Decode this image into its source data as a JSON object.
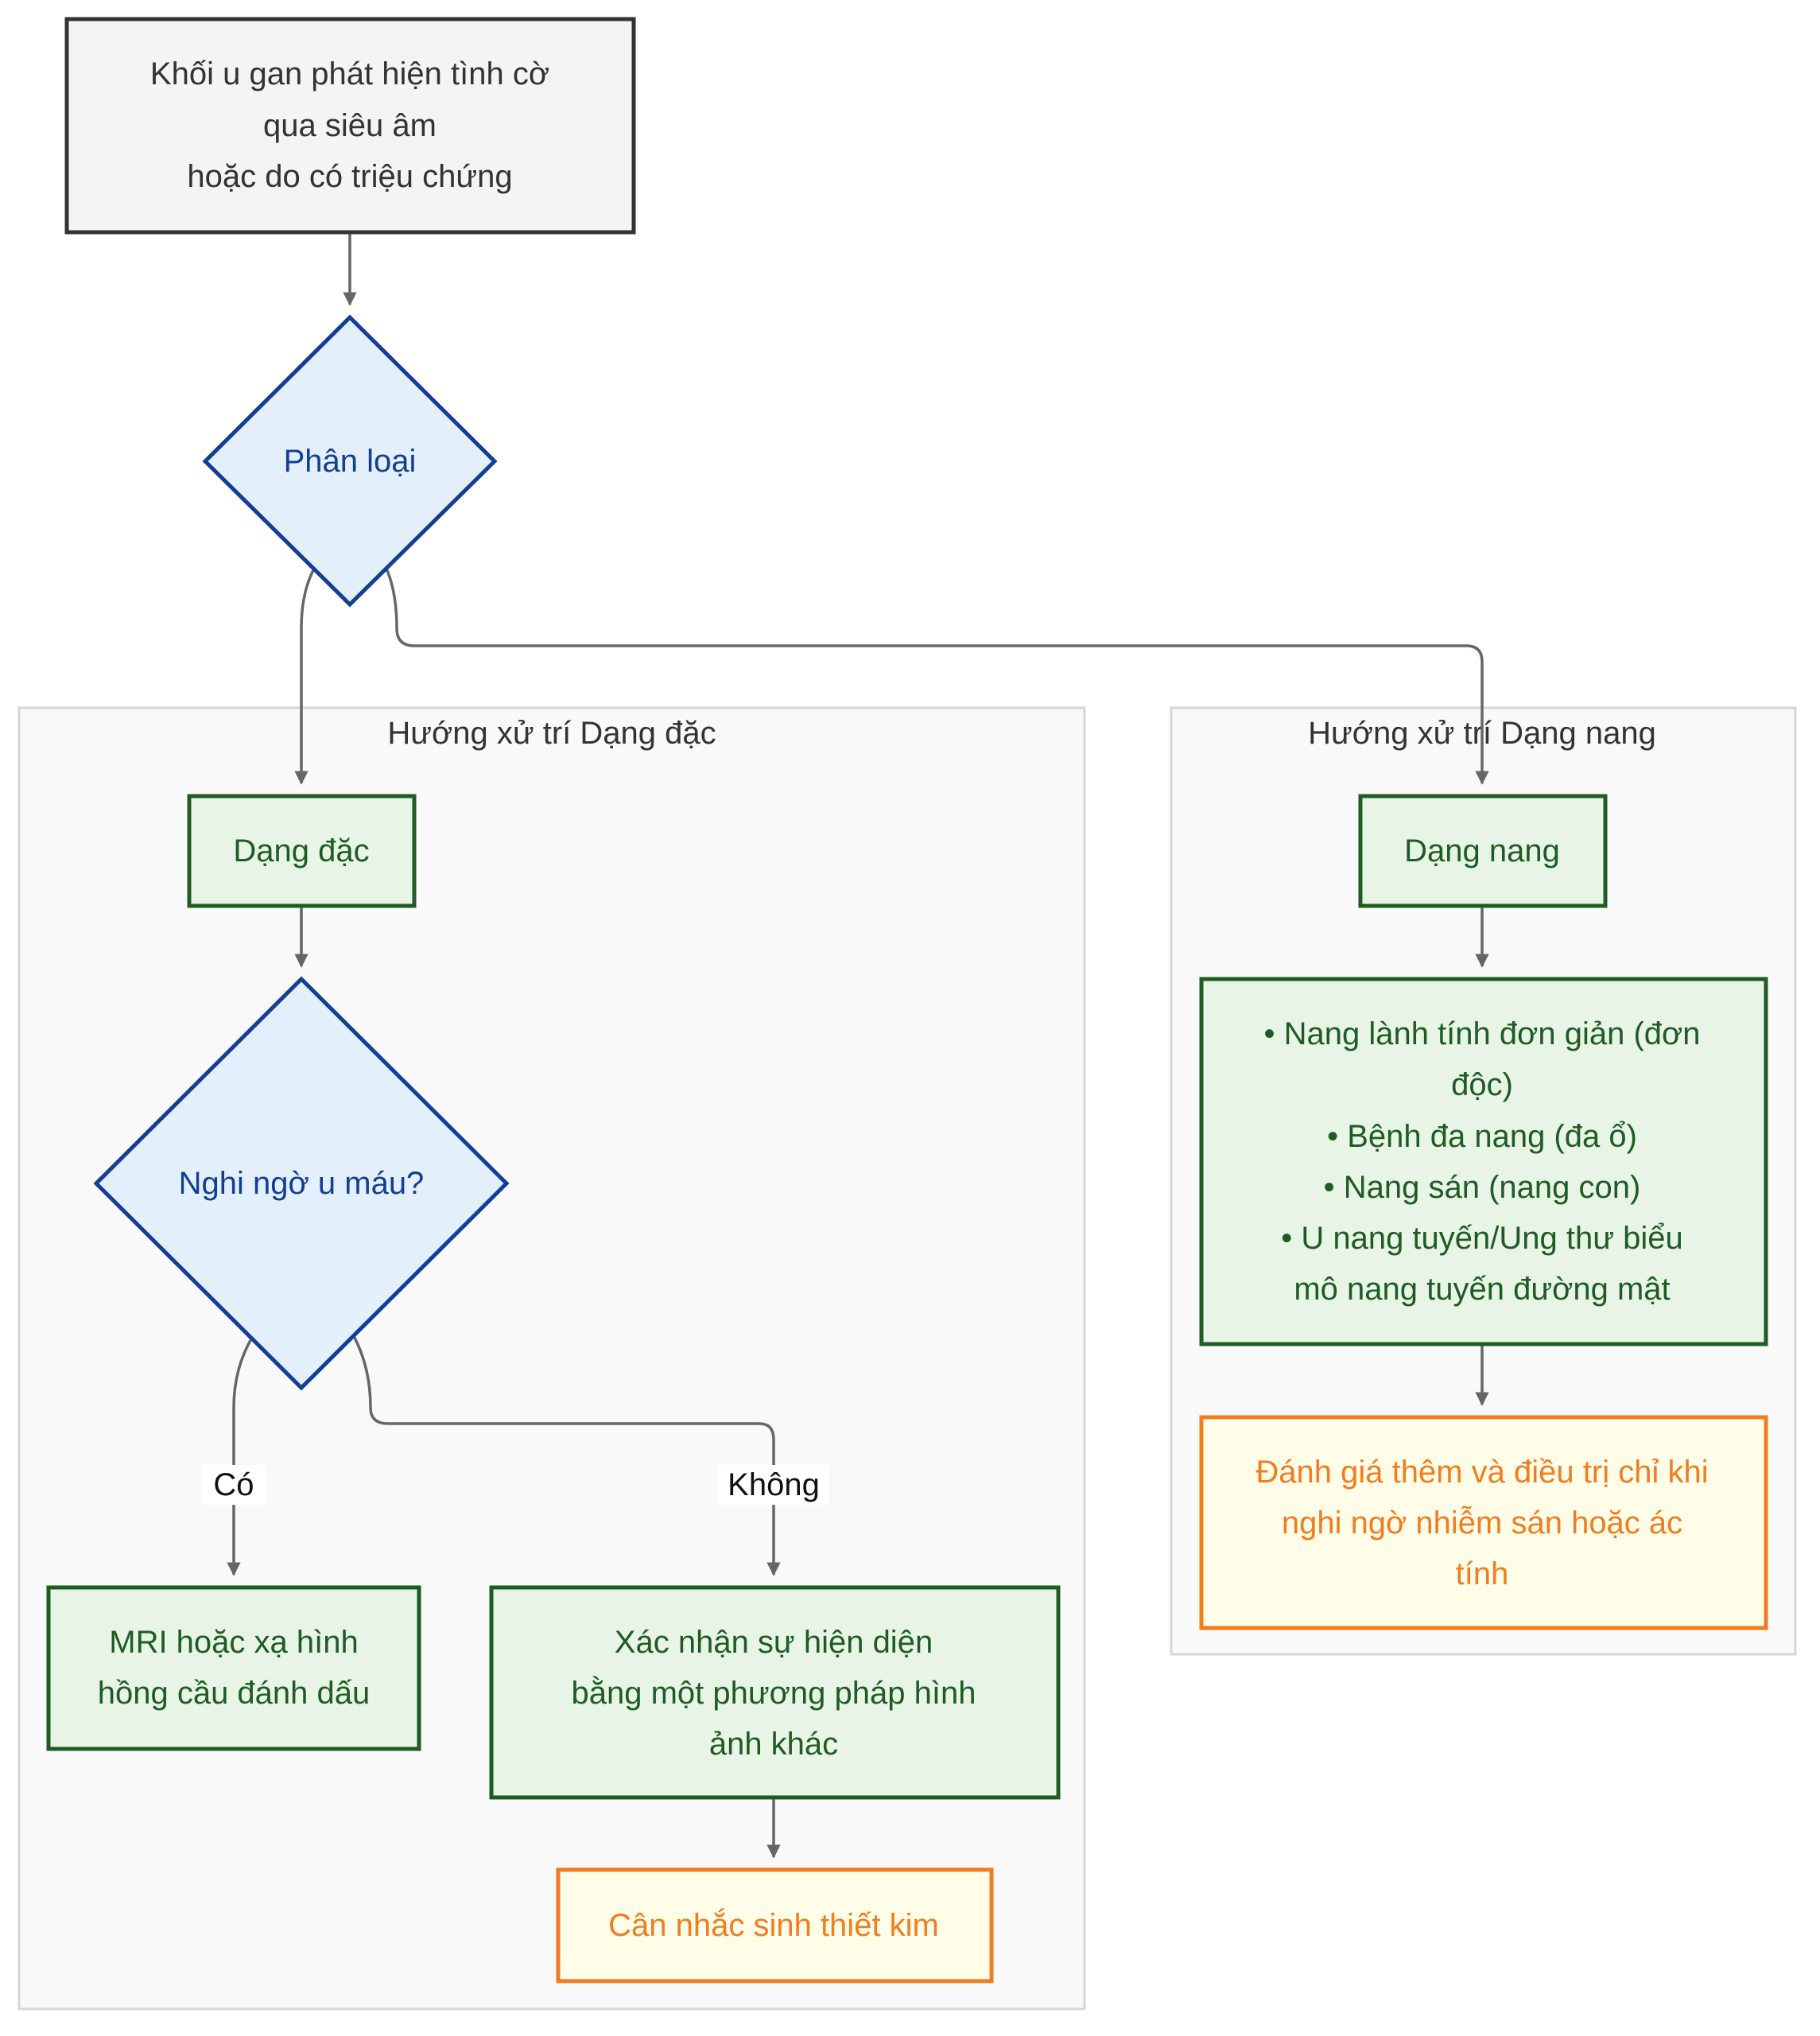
{
  "clusters": {
    "solid": {
      "title": "Hướng xử trí Dạng đặc"
    },
    "cyst": {
      "title": "Hướng xử trí Dạng nang"
    }
  },
  "nodes": {
    "start": {
      "lines": [
        "Khối u gan phát hiện tình cờ",
        "qua siêu âm",
        "hoặc do có triệu chứng"
      ]
    },
    "classify": {
      "lines": [
        "Phân loại"
      ]
    },
    "solid": {
      "lines": [
        "Dạng đặc"
      ]
    },
    "hemangioma_q": {
      "lines": [
        "Nghi ngờ u máu?"
      ]
    },
    "mri": {
      "lines": [
        "MRI hoặc xạ hình",
        "hồng cầu đánh dấu"
      ]
    },
    "confirm": {
      "lines": [
        "Xác nhận sự hiện diện",
        "bằng một phương pháp hình",
        "ảnh khác"
      ]
    },
    "biopsy": {
      "lines": [
        "Cân nhắc sinh thiết kim"
      ]
    },
    "cyst": {
      "lines": [
        "Dạng nang"
      ]
    },
    "cyst_types": {
      "lines": [
        "• Nang lành tính đơn giản (đơn",
        "độc)",
        "• Bệnh đa nang (đa ổ)",
        "• Nang sán (nang con)",
        "• U nang tuyến/Ung thư biểu",
        "mô nang tuyến đường mật"
      ]
    },
    "cyst_eval": {
      "lines": [
        "Đánh giá thêm và điều trị chỉ khi",
        "nghi ngờ nhiễm sán hoặc ác",
        "tính"
      ]
    }
  },
  "edge_labels": {
    "yes": "Có",
    "no": "Không"
  },
  "colors": {
    "green_text": "#1f5c23",
    "blue_text": "#123f94",
    "orange_text": "#f07d1f",
    "edge": "#666666"
  }
}
